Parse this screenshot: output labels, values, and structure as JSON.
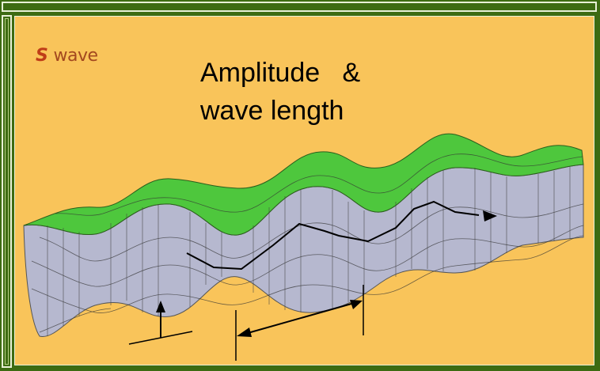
{
  "label": {
    "prefix": "S",
    "rest": "wave"
  },
  "title_line1": "Amplitude   &",
  "title_line2": "wave length",
  "colors": {
    "background": "#f9c45a",
    "frame": "#3d6b12",
    "top_surface": "#4ec73d",
    "side_surface": "#b6b8cf",
    "mesh": "#3a3a3a"
  }
}
